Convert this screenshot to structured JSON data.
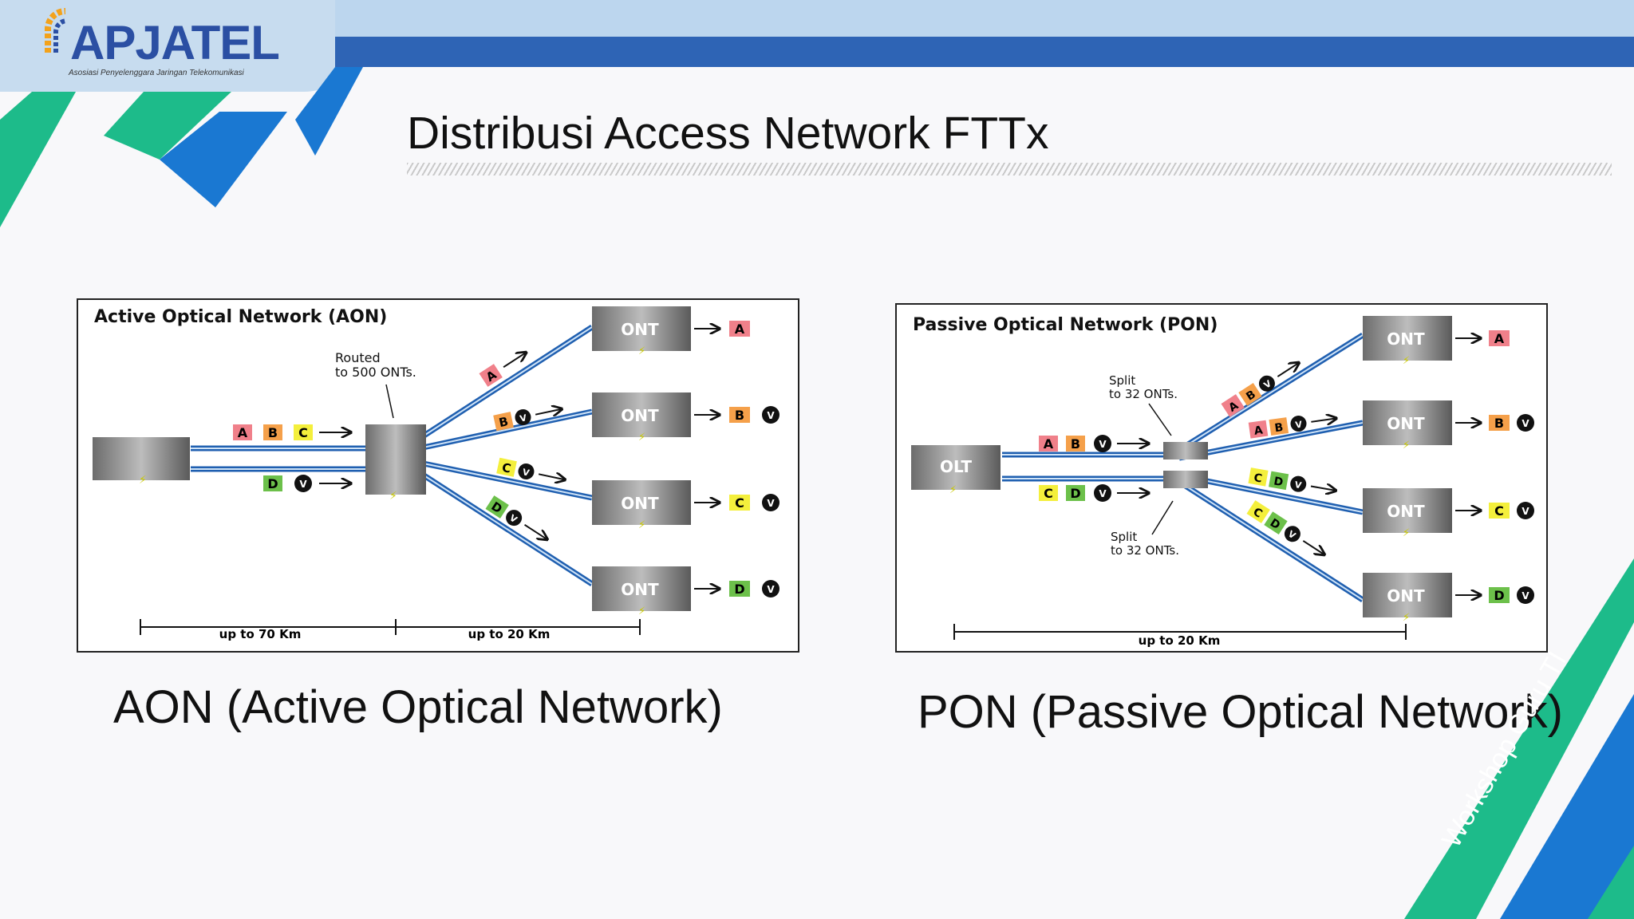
{
  "header": {
    "logo_text": "APJATEL",
    "logo_subtitle": "Asosiasi Penyelenggara Jaringan Telekomunikasi",
    "title": "Distribusi Access Network FTTx"
  },
  "aon": {
    "heading": "Active Optical Network (AON)",
    "routed_line1": "Routed",
    "routed_line2": "to 500 ONTs.",
    "ont_label": "ONT",
    "dist_left": "up to 70 Km",
    "dist_right": "up to 20 Km",
    "caption": "AON (Active Optical Network)"
  },
  "pon": {
    "heading": "Passive Optical Network (PON)",
    "olt_label": "OLT",
    "ont_label": "ONT",
    "split_top_line1": "Split",
    "split_top_line2": "to 32 ONTs.",
    "split_bottom_line1": "Split",
    "split_bottom_line2": "to 32 ONTs.",
    "dist": "up to 20 Km",
    "caption": "PON (Passive Optical Network)"
  },
  "tags": {
    "a": "A",
    "b": "B",
    "c": "C",
    "d": "D",
    "v": "V"
  },
  "colors": {
    "tag_a": "#f0808a",
    "tag_b": "#f5a04a",
    "tag_c": "#f4ef3c",
    "tag_d": "#6cc04a",
    "fiber": "#1f5fb0",
    "band_blue": "#2e64b5",
    "accent_teal": "#1dbb8a",
    "accent_blue": "#1a78d2"
  },
  "footer": {
    "workshop_text": "Workshop Guru TI"
  }
}
